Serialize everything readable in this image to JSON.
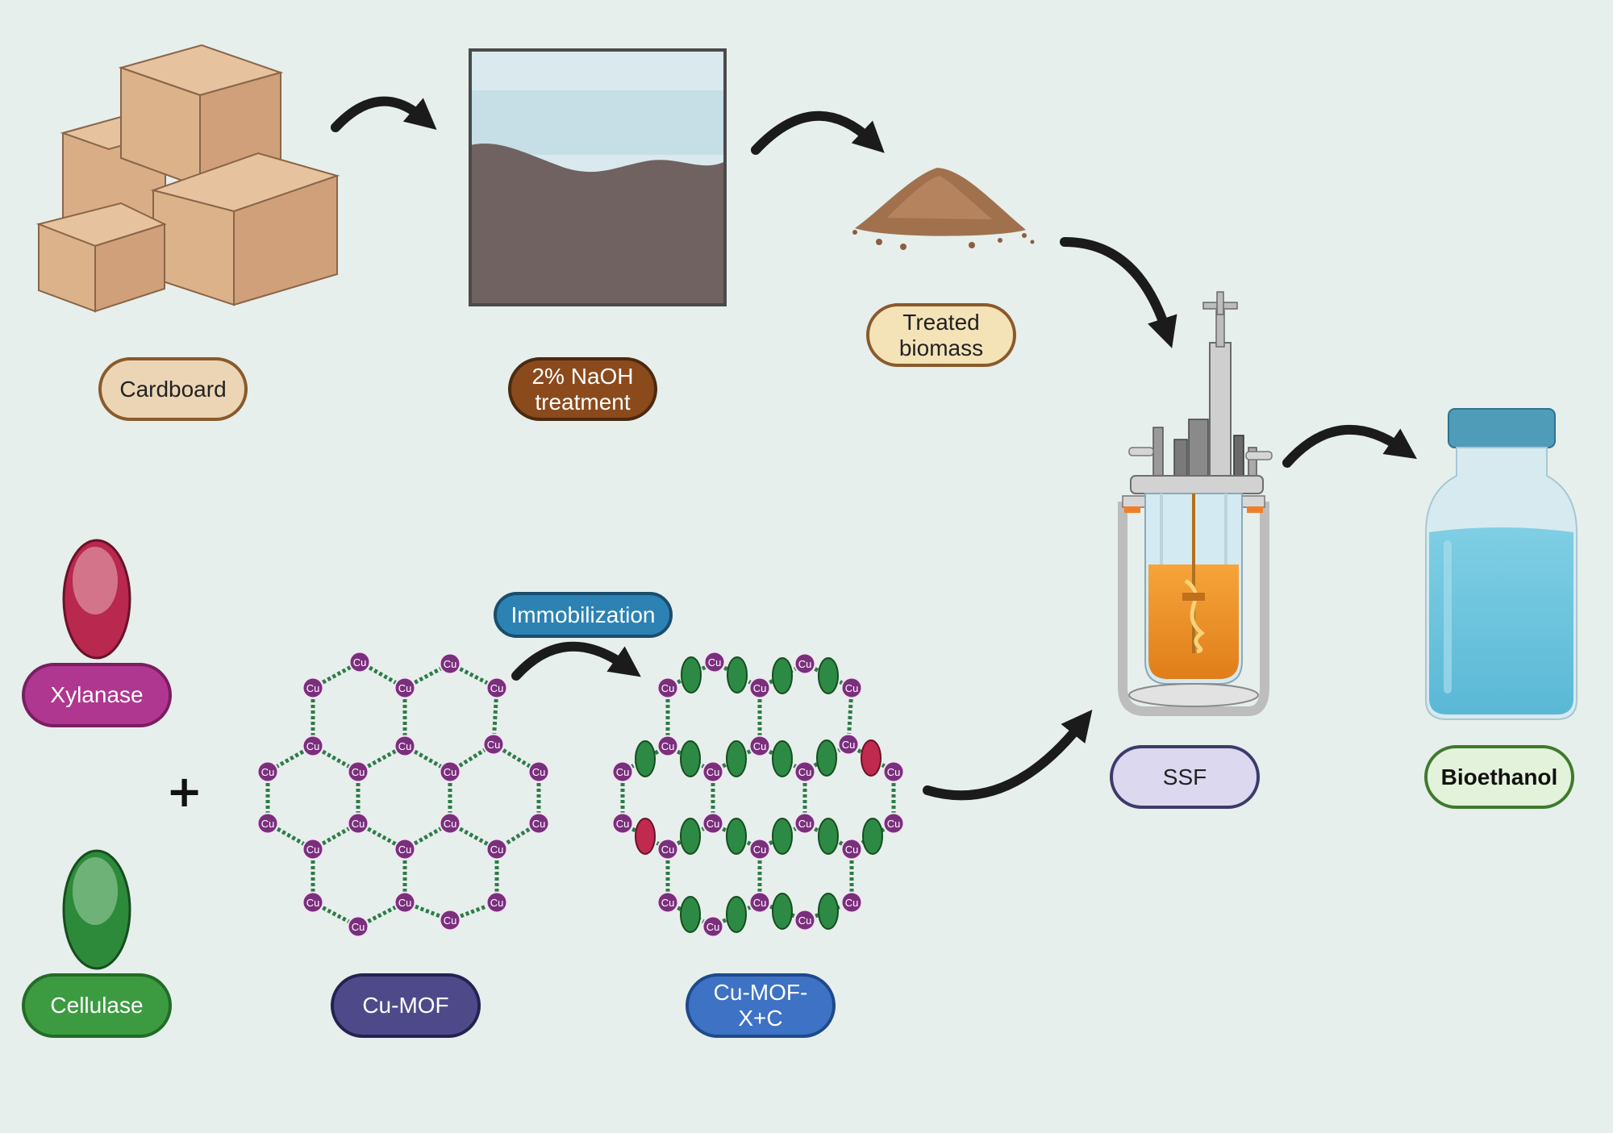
{
  "labels": {
    "cardboard": "Cardboard",
    "naoh": "2% NaOH\ntreatment",
    "treated_biomass": "Treated\nbiomass",
    "ssf": "SSF",
    "bioethanol": "Bioethanol",
    "xylanase": "Xylanase",
    "cellulase": "Cellulase",
    "immobilization": "Immobilization",
    "cu_mof": "Cu-MOF",
    "cu_mof_xc": "Cu-MOF-\nX+C",
    "plus": "+"
  },
  "node_label": "Cu",
  "colors": {
    "background": "#e6efeb",
    "cardboard_fill": "#ecd5b5",
    "cardboard_border": "#8a5a2b",
    "naoh_fill": "#8b4a1c",
    "naoh_border": "#4a2a10",
    "treated_fill": "#f5e3b8",
    "treated_border": "#8a5a2b",
    "ssf_fill": "#dcd8f0",
    "ssf_border": "#3d3a6b",
    "bioethanol_fill": "#e3f3db",
    "bioethanol_border": "#3f7a2d",
    "xylanase_fill": "#b0378f",
    "xylanase_border": "#7a1e62",
    "cellulase_fill": "#3c9b41",
    "cellulase_border": "#236b27",
    "immobilization_fill": "#2c82b3",
    "immobilization_border": "#1a4d6e",
    "cumof_fill": "#4e4a8a",
    "cumof_border": "#252252",
    "cumofxc_fill": "#3d72c4",
    "cumofxc_border": "#1d4a8a",
    "cu_node": "#7a2f7d",
    "linker": "#2f7a4a",
    "enzyme_red": "#c02a4e",
    "enzyme_green": "#2d8a45"
  },
  "icons": [
    "cardboard-boxes-icon",
    "beaker-icon",
    "biomass-pile-icon",
    "bioreactor-icon",
    "bottle-icon",
    "xylanase-enzyme-icon",
    "cellulase-enzyme-icon",
    "cu-mof-lattice-icon",
    "cu-mof-xc-lattice-icon",
    "arrow-icon"
  ]
}
